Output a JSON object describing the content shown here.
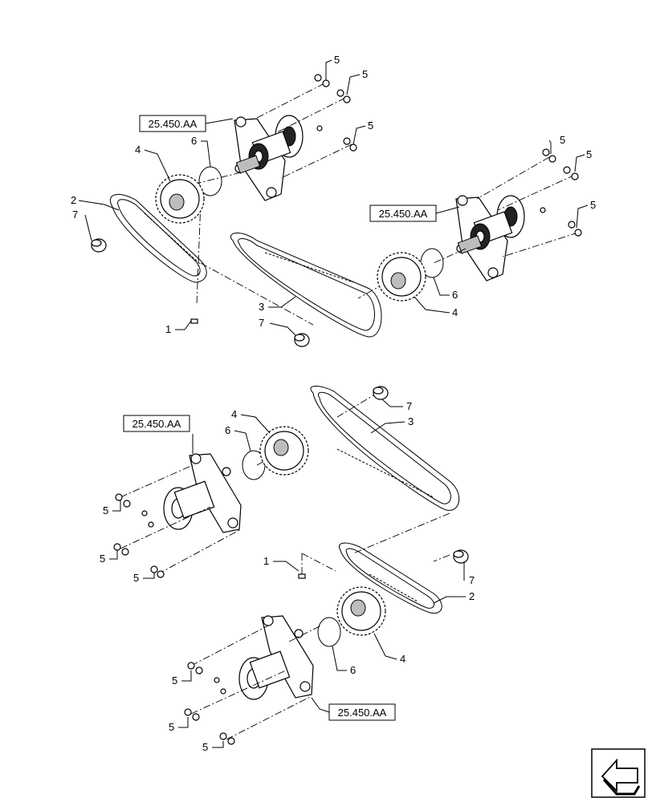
{
  "callouts": {
    "c_2a": "2",
    "c_7a": "7",
    "c_4a": "4",
    "c_6a": "6",
    "c_3a": "3",
    "c_7b": "7",
    "c_1a": "1",
    "c_5a": "5",
    "c_5b": "5",
    "c_5c": "5",
    "c_5d": "5",
    "c_5e": "5",
    "c_5f": "5",
    "c_6b": "6",
    "c_4b": "4",
    "c_7c": "7",
    "c_3b": "3",
    "c_4c": "4",
    "c_6c": "6",
    "c_5g": "5",
    "c_5h": "5",
    "c_5i": "5",
    "c_1b": "1",
    "c_7d": "7",
    "c_2b": "2",
    "c_6d": "6",
    "c_4d": "4",
    "c_5j": "5",
    "c_5k": "5",
    "c_5l": "5"
  },
  "references": {
    "ref_a": "25.450.AA",
    "ref_b": "25.450.AA",
    "ref_c": "25.450.AA",
    "ref_d": "25.450.AA"
  },
  "icons": {
    "nav": "previous-page-arrow-icon"
  }
}
